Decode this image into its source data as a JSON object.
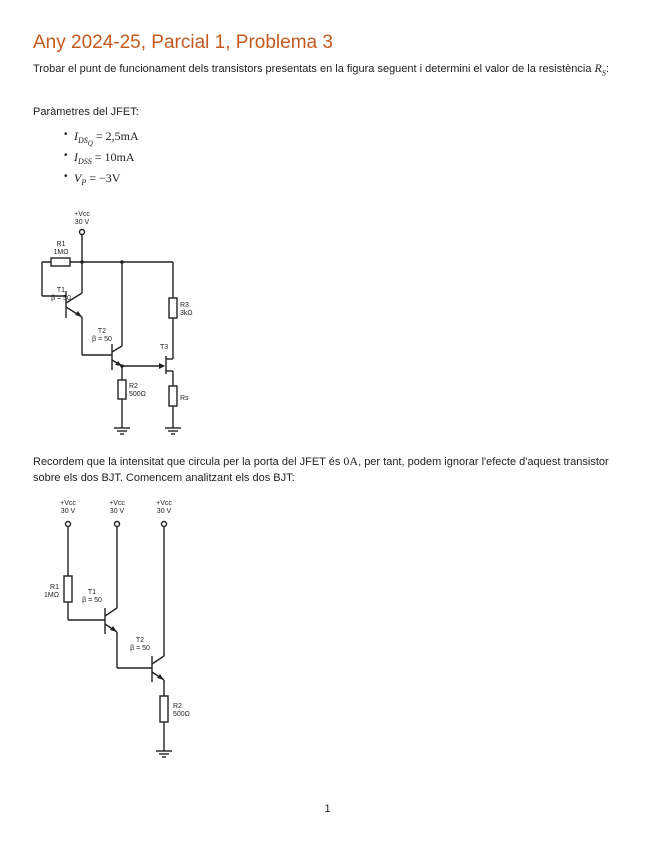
{
  "heading": {
    "title": "Any 2024-25, Parcial 1, Problema 3",
    "title_color": "#c55a1e"
  },
  "intro": {
    "text": "Trobar el punt de funcionament dels transistors presentats en la figura seguent i determini el valor de la resistència ",
    "var": "R",
    "var_sub": "S",
    "end": ":"
  },
  "params_label": "Paràmetres del JFET:",
  "params": [
    {
      "sym": "I",
      "sub": "DS",
      "subsub": "Q",
      "op": " = 2,5mA"
    },
    {
      "sym": "I",
      "sub": "DSS",
      "subsub": "",
      "op": " = 10mA"
    },
    {
      "sym": "V",
      "sub": "P",
      "subsub": "",
      "op": " = −3V"
    }
  ],
  "circuit1": {
    "vcc": "+Vcc",
    "vcc_val": "30 V",
    "r1": "R1",
    "r1_val": "1MΩ",
    "t1": "T1",
    "t1_beta": "β = 50",
    "t2": "T2",
    "t2_beta": "β = 50",
    "r2": "R2",
    "r2_val": "500Ω",
    "r3": "R3",
    "r3_val": "3kΩ",
    "t3": "T3",
    "rs": "Rs"
  },
  "note": {
    "text1": "Recordem que la intensitat que circula per la porta del JFET és ",
    "math": "0A",
    "text2": ", per tant, podem ignorar l'efecte d'aquest transistor sobre els dos BJT. Comencem analitzant els dos BJT:"
  },
  "circuit2": {
    "vcc": "+Vcc",
    "vcc_val": "30 V",
    "r1": "R1",
    "r1_val": "1MΩ",
    "t1": "T1",
    "t1_beta": "β = 50",
    "t2": "T2",
    "t2_beta": "β = 50",
    "r2": "R2",
    "r2_val": "500Ω"
  },
  "page_number": "1"
}
